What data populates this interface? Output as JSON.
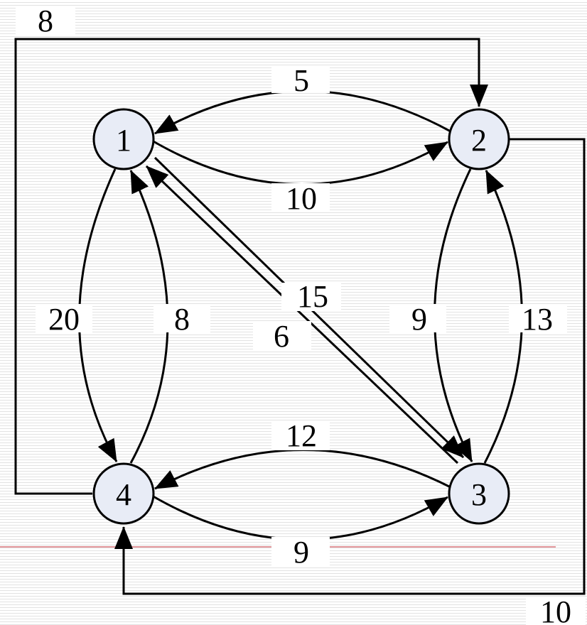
{
  "colors": {
    "node_fill": "#e8ecf6",
    "node_stroke": "#000000",
    "edge": "#000000",
    "background_lines": "#e2e2e2",
    "accent_line": "#d9737a"
  },
  "nodes": [
    {
      "id": "1",
      "label": "1"
    },
    {
      "id": "2",
      "label": "2"
    },
    {
      "id": "3",
      "label": "3"
    },
    {
      "id": "4",
      "label": "4"
    }
  ],
  "edges": [
    {
      "from": "4",
      "to": "2",
      "label": "8"
    },
    {
      "from": "2",
      "to": "1",
      "label": "5"
    },
    {
      "from": "1",
      "to": "2",
      "label": "10"
    },
    {
      "from": "1",
      "to": "4",
      "label": "20"
    },
    {
      "from": "4",
      "to": "1",
      "label": "8"
    },
    {
      "from": "3",
      "to": "1",
      "label": "15"
    },
    {
      "from": "1",
      "to": "3",
      "label": "6"
    },
    {
      "from": "2",
      "to": "3",
      "label": "9"
    },
    {
      "from": "3",
      "to": "2",
      "label": "13"
    },
    {
      "from": "3",
      "to": "4",
      "label": "12"
    },
    {
      "from": "4",
      "to": "3",
      "label": "9"
    },
    {
      "from": "2",
      "to": "4",
      "label": "10"
    }
  ]
}
